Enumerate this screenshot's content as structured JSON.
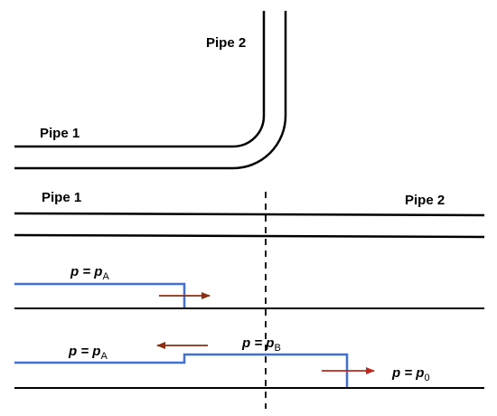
{
  "top_figure": {
    "pipe1_label": "Pipe 1",
    "pipe2_label": "Pipe 2"
  },
  "straight_figure": {
    "pipe1_label": "Pipe 1",
    "pipe2_label": "Pipe 2"
  },
  "wave1": {
    "pressure_symbol": "p",
    "equals": " = ",
    "pressure_value": "p",
    "subscript": "A"
  },
  "wave2": {
    "left": {
      "symbol": "p",
      "equals": " = ",
      "value": "p",
      "subscript": "A"
    },
    "middle": {
      "symbol": "p",
      "equals": " = ",
      "value": "p",
      "subscript": "B"
    },
    "right": {
      "symbol": "p",
      "equals": " = ",
      "value": "p",
      "subscript": "0"
    }
  },
  "colors": {
    "pipe": "#000000",
    "pressure_line": "#3f6fd9",
    "arrow_brown": "#8b2e12",
    "arrow_red": "#c0261b"
  }
}
